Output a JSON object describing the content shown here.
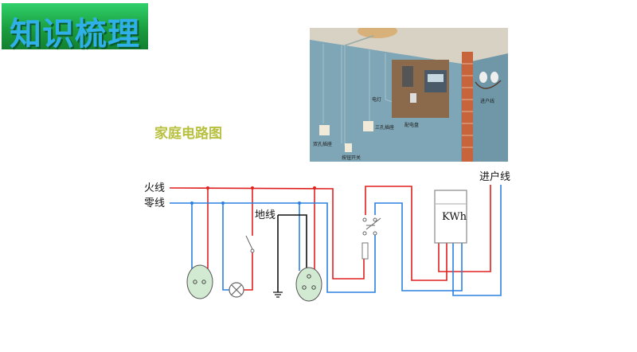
{
  "header": {
    "title": "知识梳理"
  },
  "section": {
    "subtitle": "家庭电路图"
  },
  "photo": {
    "labels": {
      "lamp": "电灯",
      "distribution_box": "配电盘",
      "service_line": "进户线",
      "two_hole_socket": "双孔插座",
      "three_hole_socket": "三孔插座",
      "push_switch": "按钮开关"
    }
  },
  "circuit": {
    "labels": {
      "live_wire": "火线",
      "neutral_wire": "零线",
      "ground_wire": "地线",
      "service_line": "进户线",
      "meter": "KWh"
    },
    "colors": {
      "live": "#e02020",
      "neutral": "#2a80e0",
      "ground": "#111111",
      "socket_fill": "#d2ead2"
    }
  }
}
